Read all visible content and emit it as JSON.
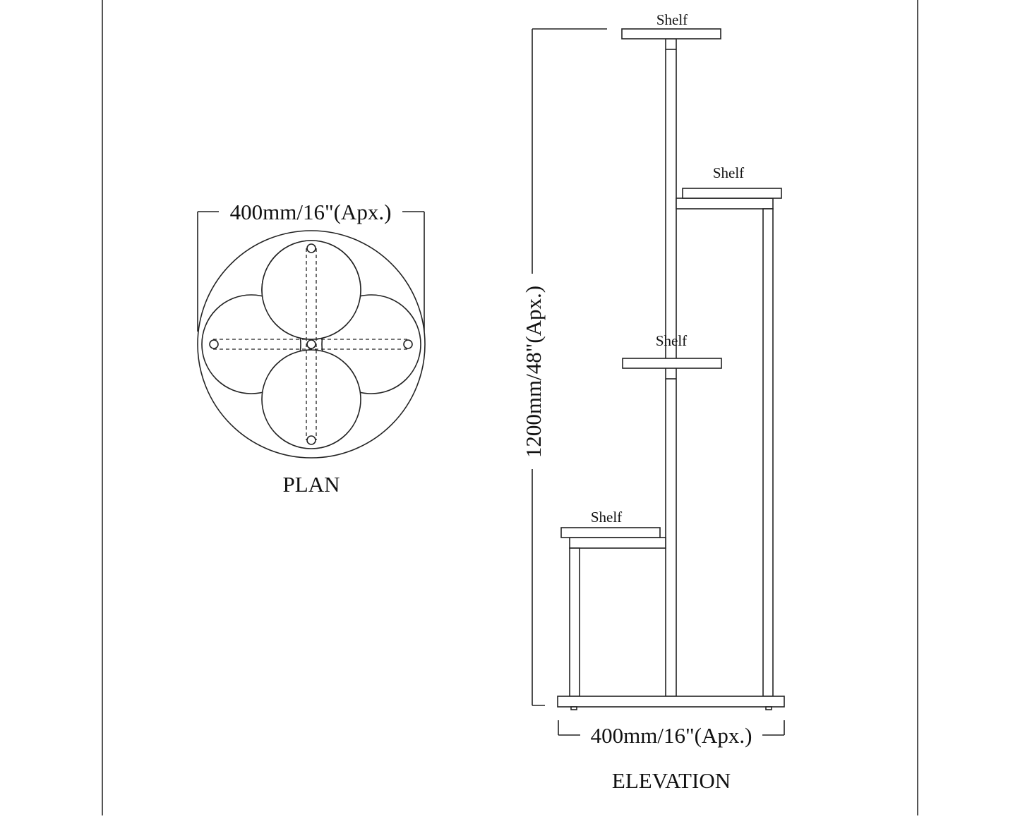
{
  "plan": {
    "title": "PLAN",
    "width_dimension": "400mm/16\"(Apx.)"
  },
  "elevation": {
    "title": "ELEVATION",
    "width_dimension": "400mm/16\"(Apx.)",
    "height_dimension": "1200mm/48\"(Apx.)",
    "shelves": [
      {
        "label": "Shelf"
      },
      {
        "label": "Shelf"
      },
      {
        "label": "Shelf"
      },
      {
        "label": "Shelf"
      }
    ]
  },
  "colors": {
    "line": "#222222",
    "frame": "#555555",
    "background": "#ffffff"
  }
}
